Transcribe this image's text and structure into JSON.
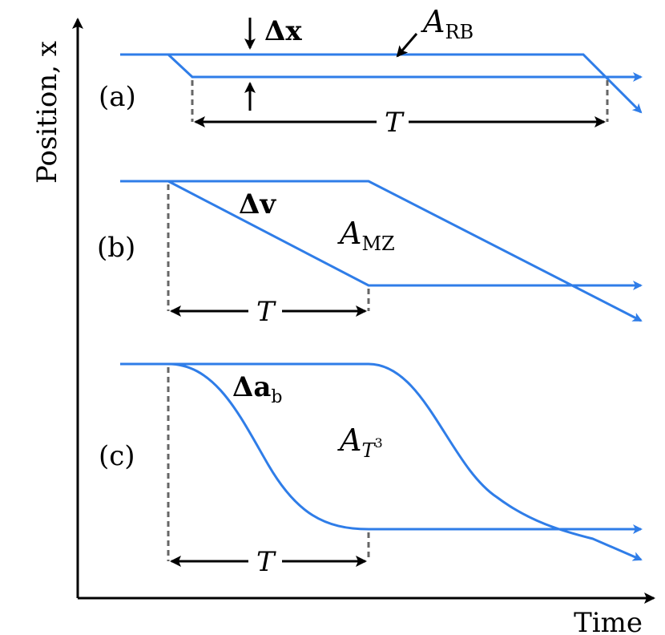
{
  "axes": {
    "y_label": "Position, x",
    "x_label": "Time"
  },
  "panels": [
    {
      "id": "a",
      "label": "(a)",
      "symbol": "A",
      "subscript": "RB",
      "parameter": "Δx",
      "interval_label": "T"
    },
    {
      "id": "b",
      "label": "(b)",
      "symbol": "A",
      "subscript": "MZ",
      "parameter": "Δv",
      "interval_label": "T"
    },
    {
      "id": "c",
      "label": "(c)",
      "symbol": "A",
      "subscript": "T",
      "superscript": "3",
      "parameter": "Δa",
      "parameter_subscript": "b",
      "interval_label": "T"
    }
  ],
  "colors": {
    "trajectory": "#2f7de8",
    "axis": "#000000",
    "guide": "#666666"
  }
}
